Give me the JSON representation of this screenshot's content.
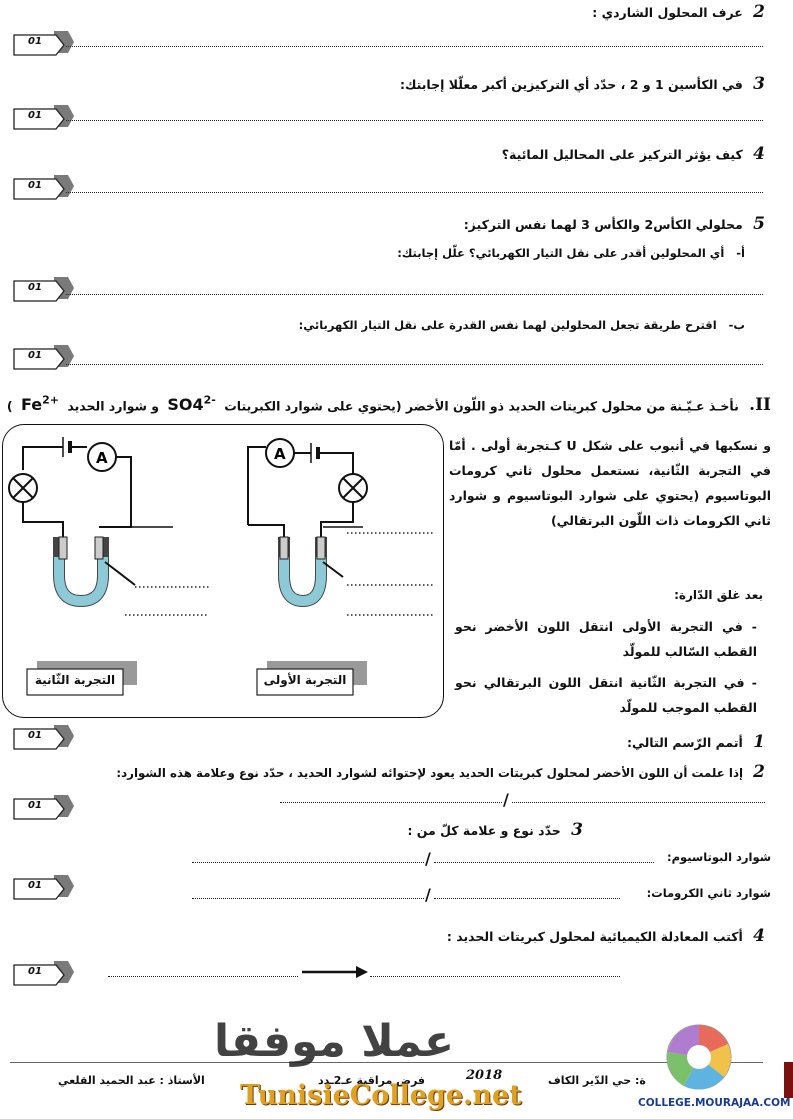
{
  "questions": {
    "q2": {
      "num": "2",
      "text": "عرف المحلول الشاردي :"
    },
    "q3": {
      "num": "3",
      "text": "في الكأسين 1 و 2 ، حدّد أي التركيزين أكبر معلّلا إجابتك:"
    },
    "q4": {
      "num": "4",
      "text": "كيف يؤثر التركيز على المحاليل المائية؟"
    },
    "q5": {
      "num": "5",
      "text": "محلولي الكأس2 والكأس 3 لهما نفس التركيز:"
    },
    "q5a": {
      "label": "أ-",
      "text": "أي المحلولين أقدر على نقل التيار الكهربائي؟ علّل إجابتك:"
    },
    "q5b": {
      "label": "ب-",
      "text": "اقترح طريقة تجعل المحلولين لهما نفس القدرة على نقل التيار الكهربائي:"
    }
  },
  "section2": {
    "roman": "II.",
    "intro": "نأخـذ عـيّـنة من محلول كبريتات الحديد ذو اللّون الأخضر (يحتوي على شوارد الكبريتات",
    "ion_so4": "SO4",
    "ion_so4_charge": "2-",
    "and_iron": "و شوارد الحديد",
    "ion_fe": "Fe",
    "ion_fe_charge": "2+",
    "close": ")",
    "para": "و نسكبها في أنبوب على شكل U كـتجربة أولى . أمّا في التجربة الثّانية، نستعمل محلول ثاني كرومات البوتاسيوم (يحتوي على شوارد البوتاسيوم و شوارد ثاني الكرومات ذات اللّون البرتقالي)",
    "after_close": "بعد غلق الدّارة:",
    "obs1": "في التجربة الأولى انتقل اللون الأخضر نحو القطب السّالب للمولّد",
    "obs2": "في التجربة الثّانية انتقل اللون البرتقالي نحو القطب الموجب للمولّد",
    "exp1_label": "التجربة الأولى",
    "exp2_label": "التجربة الثّانية",
    "ammeter": "A"
  },
  "section2_questions": {
    "q1": {
      "num": "1",
      "text": "أتمم الرّسم التالي:"
    },
    "q2": {
      "num": "2",
      "text": "إذا علمت أن اللون الأخضر لمحلول كبريتات الحديد يعود لإحتوائه لشوارد الحديد ، حدّد نوع وعلامة هذه الشوارد:"
    },
    "q3": {
      "num": "3",
      "text": "حدّد نوع و علامة كلّ من :"
    },
    "potassium": "شوارد البوتاسيوم:",
    "dichromate": "شوارد ثاني الكرومات:",
    "q4": {
      "num": "4",
      "text": "أكتب المعادلة الكيميائية لمحلول كبريتات الحديد :"
    }
  },
  "score_label": "01",
  "footer": {
    "teacher": "الأستاذ : عبد الحميد القلعي",
    "exam": "فرض مراقبة عـ2ـدد",
    "year": "2018",
    "school": "ة: حي الدّير الكاف",
    "watermark_ar": "عملا موفقا",
    "brand": "TunisieCollege.net",
    "site": "COLLEGE.MOURAJAA.COM"
  }
}
